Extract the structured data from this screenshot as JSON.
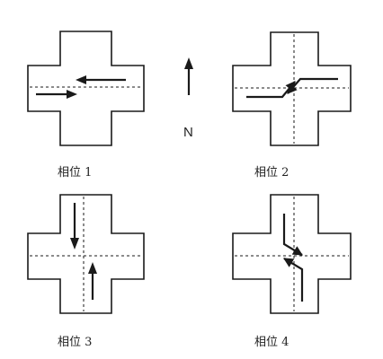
{
  "phases": [
    {
      "label": "相位 1"
    },
    {
      "label": "相位 2"
    },
    {
      "label": "相位 3"
    },
    {
      "label": "相位 4"
    }
  ],
  "compass": {
    "label": "N"
  }
}
